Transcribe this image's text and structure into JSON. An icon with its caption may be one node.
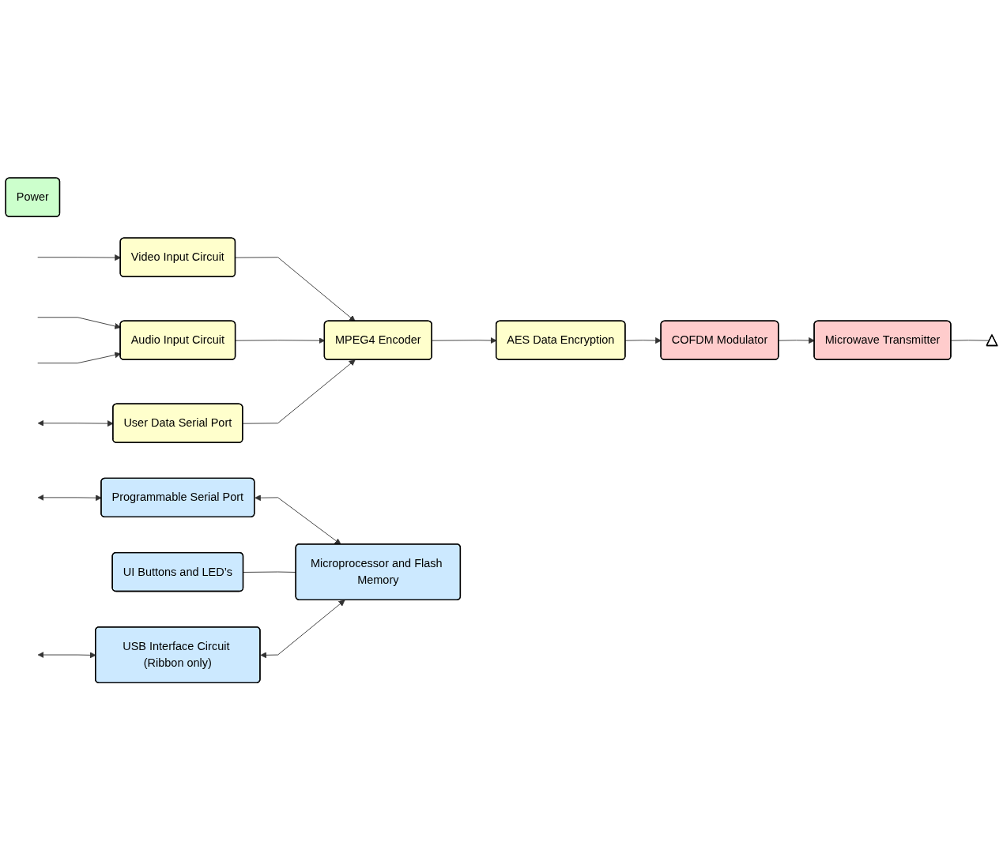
{
  "diagram": {
    "nodes": [
      {
        "text": [
          "Video Input Circuit"
        ]
      },
      {
        "text": [
          "Audio Input Circuit"
        ]
      },
      {
        "text": [
          "User Data Serial Port"
        ]
      },
      {
        "text": [
          "MPEG4 Encoder"
        ]
      },
      {
        "text": [
          "AES Data Encryption"
        ]
      },
      {
        "text": [
          "COFDM Modulator"
        ]
      },
      {
        "text": [
          "Microwave Transmitter"
        ]
      },
      {
        "text": [],
        "shape": "antenna"
      },
      {
        "text": [
          "UI Buttons and LED’s"
        ]
      },
      {
        "text": [
          "Programmable Serial Port"
        ]
      },
      {
        "text": [
          "Microprocessor and Flash Memory"
        ]
      },
      {
        "text": [
          "USB Interface Circuit (Ribbon only)"
        ]
      },
      {
        "text": [
          "Power"
        ]
      }
    ],
    "edges": [
      {
        "from": null,
        "to": 0,
        "arrow": "to"
      },
      {
        "from": null,
        "to": 1,
        "arrow": "to"
      },
      {
        "from": null,
        "to": 1,
        "arrow": "to"
      },
      {
        "from": null,
        "to": 2,
        "arrow": "both"
      },
      {
        "from": 0,
        "to": 3,
        "arrow": "to"
      },
      {
        "from": 1,
        "to": 3,
        "arrow": "to"
      },
      {
        "from": 2,
        "to": 3,
        "arrow": "to"
      },
      {
        "from": 3,
        "to": 4,
        "arrow": "to"
      },
      {
        "from": 4,
        "to": 5,
        "arrow": "to"
      },
      {
        "from": 5,
        "to": 6,
        "arrow": "to"
      },
      {
        "from": 6,
        "to": 7,
        "arrow": "none"
      },
      {
        "from": null,
        "to": 9,
        "arrow": "both"
      },
      {
        "from": 9,
        "to": 10,
        "arrow": "both"
      },
      {
        "from": 8,
        "to": 10,
        "arrow": "none"
      },
      {
        "from": null,
        "to": 11,
        "arrow": "both"
      },
      {
        "from": 11,
        "to": 10,
        "arrow": "both"
      }
    ]
  }
}
